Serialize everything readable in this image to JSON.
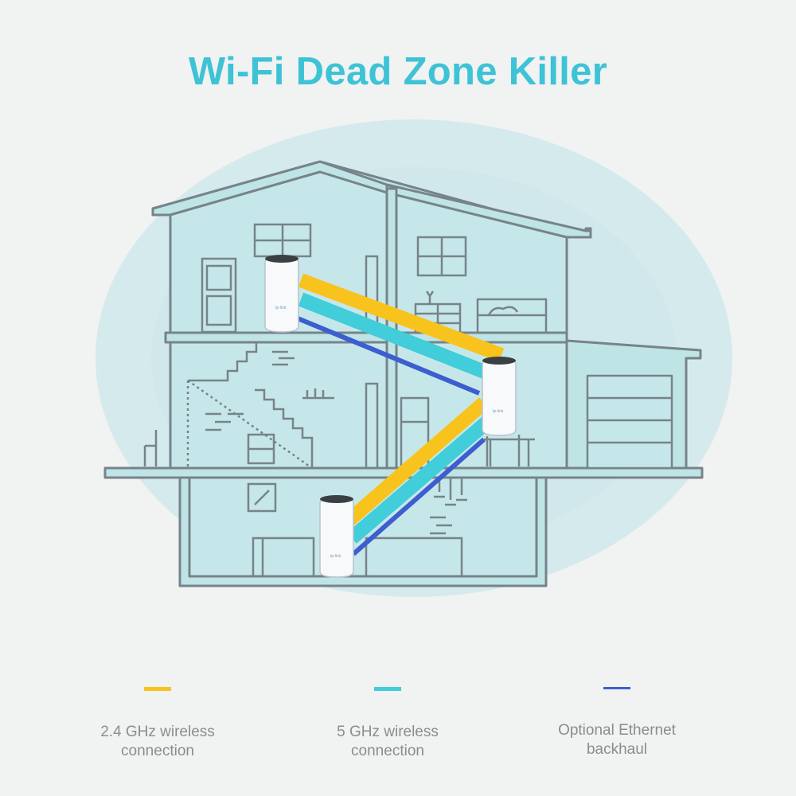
{
  "title": "Wi-Fi Dead Zone Killer",
  "colors": {
    "title": "#3ec3d6",
    "band_24ghz": "#f9c31d",
    "band_5ghz": "#41cdd9",
    "ethernet": "#3c5ecf",
    "house_fill": "#bfe4e6",
    "house_line": "#77838a",
    "glow": "#d3e9ec"
  },
  "router_brand": "tp-link",
  "legend": [
    {
      "label": "2.4 GHz wireless\nconnection",
      "color_key": "band_24ghz"
    },
    {
      "label": "5 GHz wireless\nconnection",
      "color_key": "band_5ghz"
    },
    {
      "label": "Optional Ethernet\nbackhaul",
      "color_key": "ethernet"
    }
  ]
}
